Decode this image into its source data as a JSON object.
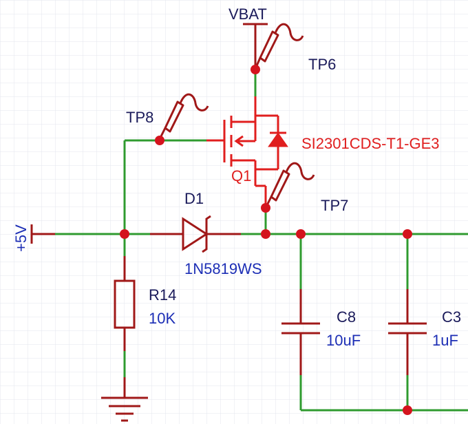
{
  "colors": {
    "wire": "#2f9b2f",
    "component": "#a01818",
    "junction": "#d4141e",
    "label_blue": "#1c2eb5",
    "label_red": "#e01e1e",
    "grid": "#e3e6ee"
  },
  "labels": {
    "vbat": "VBAT",
    "tp6": "TP6",
    "tp7": "TP7",
    "tp8": "TP8",
    "q1_ref": "Q1",
    "q1_value": "SI2301CDS-T1-GE3",
    "d1_ref": "D1",
    "d1_value": "1N5819WS",
    "plus5v": "+5V",
    "r14_ref": "R14",
    "r14_value": "10K",
    "c8_ref": "C8",
    "c8_value": "10uF",
    "c3_ref": "C3",
    "c3_value": "1uF"
  }
}
